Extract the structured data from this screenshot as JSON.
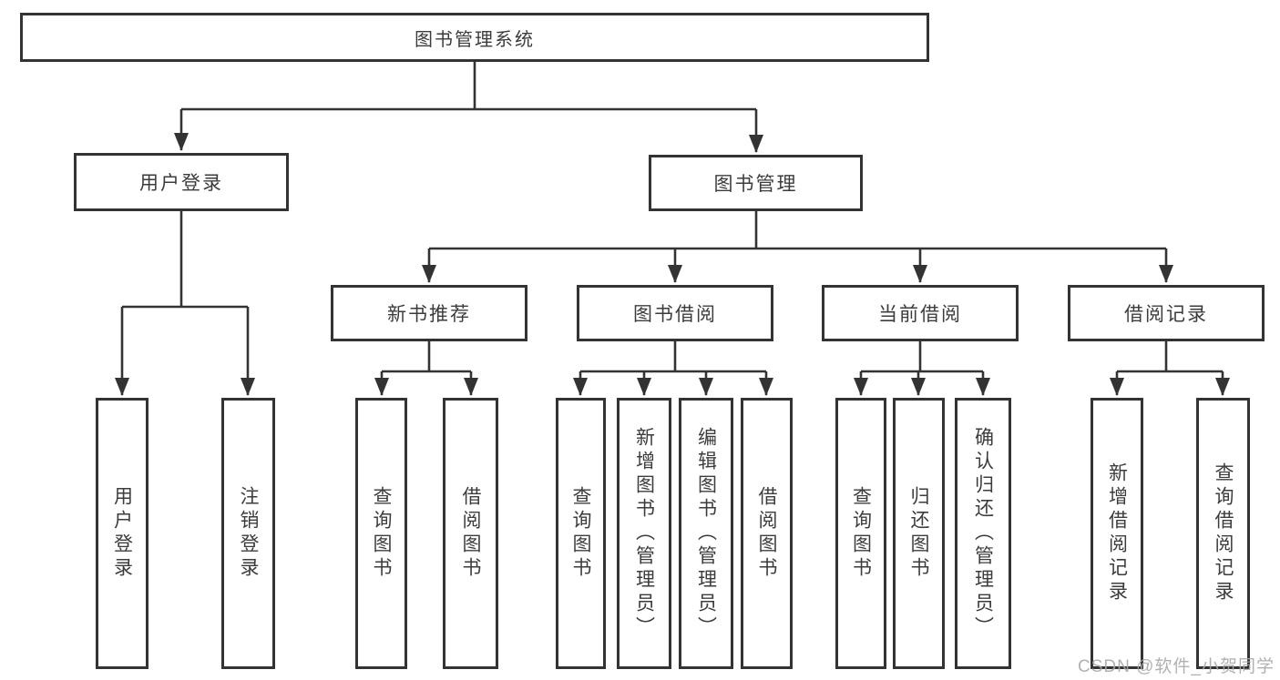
{
  "diagram": {
    "type": "hierarchy-tree",
    "tree": {
      "root": "图书管理系统",
      "children": [
        {
          "label": "用户登录",
          "children": [
            {
              "label": "用户登录"
            },
            {
              "label": "注销登录"
            }
          ]
        },
        {
          "label": "图书管理",
          "children": [
            {
              "label": "新书推荐",
              "children": [
                {
                  "label": "查询图书"
                },
                {
                  "label": "借阅图书"
                }
              ]
            },
            {
              "label": "图书借阅",
              "children": [
                {
                  "label": "查询图书"
                },
                {
                  "label": "新增图书（管理员）"
                },
                {
                  "label": "编辑图书（管理员）"
                },
                {
                  "label": "借阅图书"
                }
              ]
            },
            {
              "label": "当前借阅",
              "children": [
                {
                  "label": "查询图书"
                },
                {
                  "label": "归还图书"
                },
                {
                  "label": "确认归还（管理员）"
                }
              ]
            },
            {
              "label": "借阅记录",
              "children": [
                {
                  "label": "新增借阅记录"
                },
                {
                  "label": "查询借阅记录"
                }
              ]
            }
          ]
        }
      ]
    }
  },
  "watermark": {
    "text": "CSDN @软件_小贺同学"
  },
  "colors": {
    "line": "#333333",
    "box_border": "#333333",
    "text": "#3c3c3c",
    "background": "#ffffff",
    "watermark": "#a8a8a8"
  }
}
